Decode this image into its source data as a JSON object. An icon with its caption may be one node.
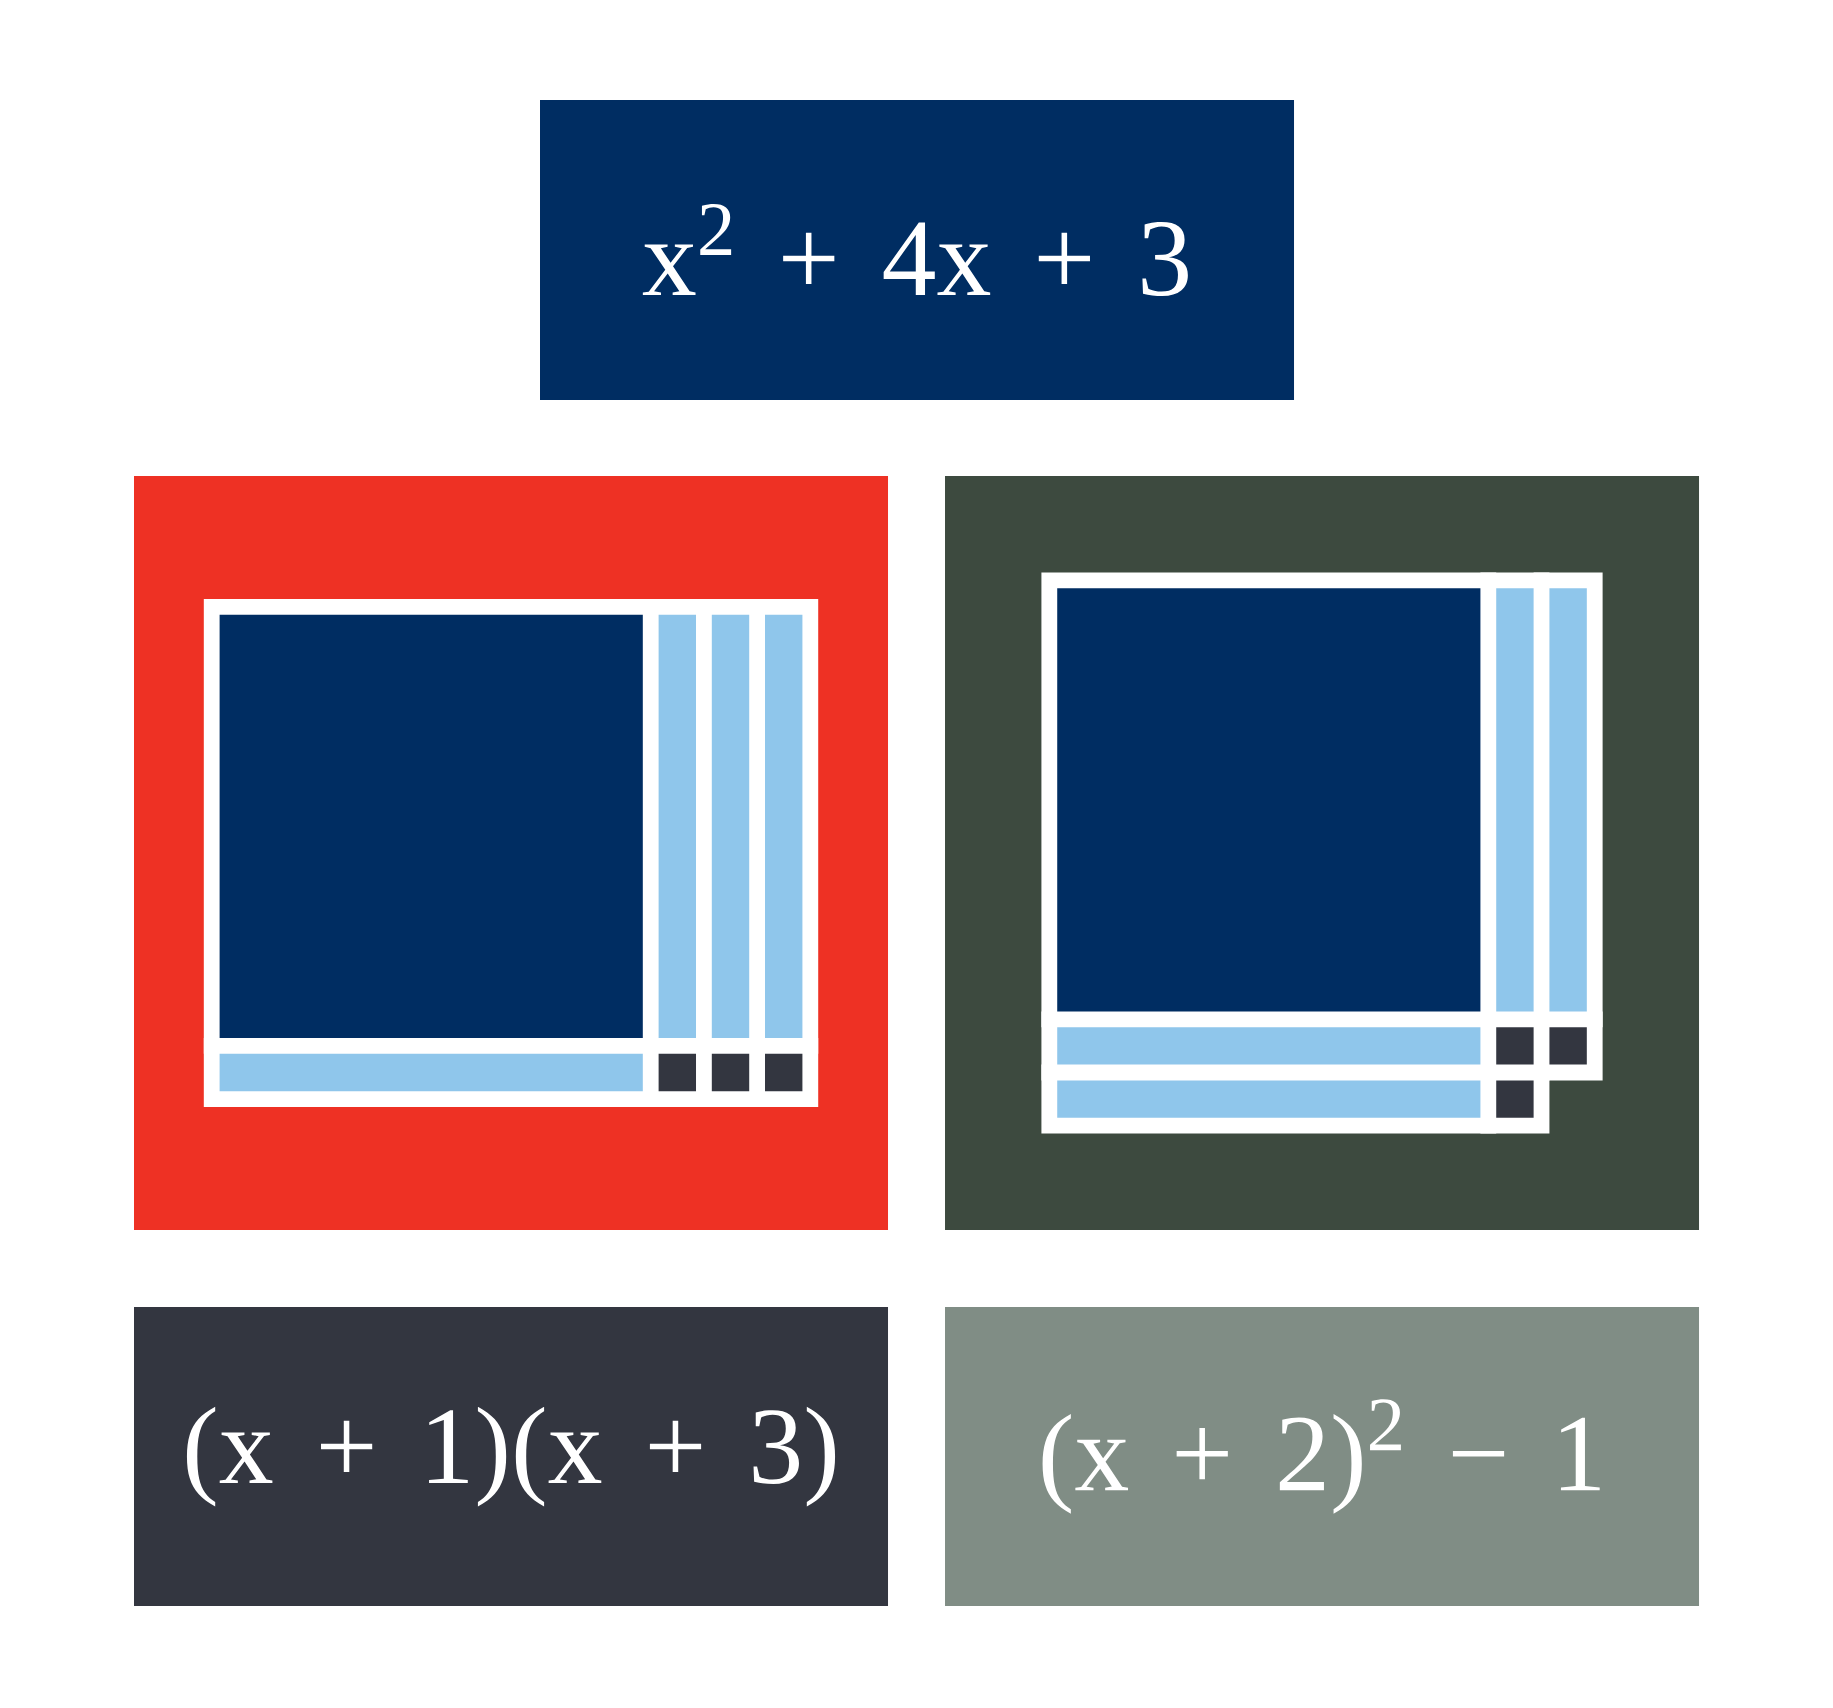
{
  "diagram": {
    "nodes": [
      {
        "text": [
          "x$^{2}$ + 4x + 3"
        ]
      },
      {
        "text": [],
        "shape": "box"
      },
      {
        "text": [],
        "shape": "box"
      },
      {
        "text": [
          "(x + 1)(x + 3)"
        ]
      },
      {
        "text": [
          "(x + 2)$^{2}$ − 1"
        ]
      }
    ]
  }
}
